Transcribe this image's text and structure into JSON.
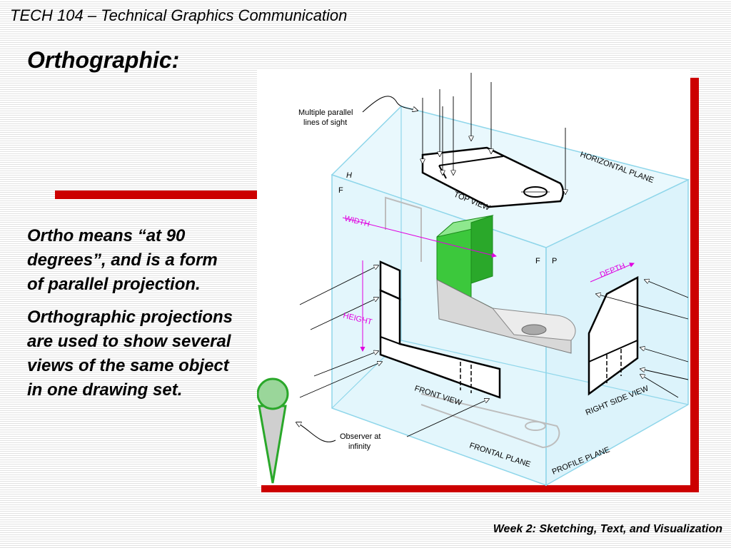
{
  "header": {
    "course_title": "TECH 104 – Technical Graphics Communication"
  },
  "slide": {
    "title": "Orthographic:",
    "paragraphs": [
      "Ortho means “at 90 degrees”, and is a form of parallel projection.",
      "Orthographic projections are used to show several views of the same object in one drawing set."
    ]
  },
  "figure": {
    "labels": {
      "sight_line1": "Multiple parallel",
      "sight_line2": "lines of sight",
      "observer_line1": "Observer at",
      "observer_line2": "infinity",
      "horizontal_plane": "HORIZONTAL PLANE",
      "top_view": "TOP VIEW",
      "width": "WIDTH",
      "height": "HEIGHT",
      "depth": "DEPTH",
      "front_view": "FRONT VIEW",
      "right_side_view": "RIGHT SIDE VIEW",
      "frontal_plane": "FRONTAL PLANE",
      "profile_plane": "PROFILE PLANE",
      "h_letter": "H",
      "f_letter_top": "F",
      "f_letter_mid": "F",
      "p_letter": "P"
    },
    "colors": {
      "accent_red": "#cc0000",
      "box_cyan": "#8fd6ea",
      "object_green": "#3cc83c",
      "dimension_magenta": "#e000e0"
    }
  },
  "footer": {
    "text": "Week 2: Sketching, Text, and Visualization"
  }
}
